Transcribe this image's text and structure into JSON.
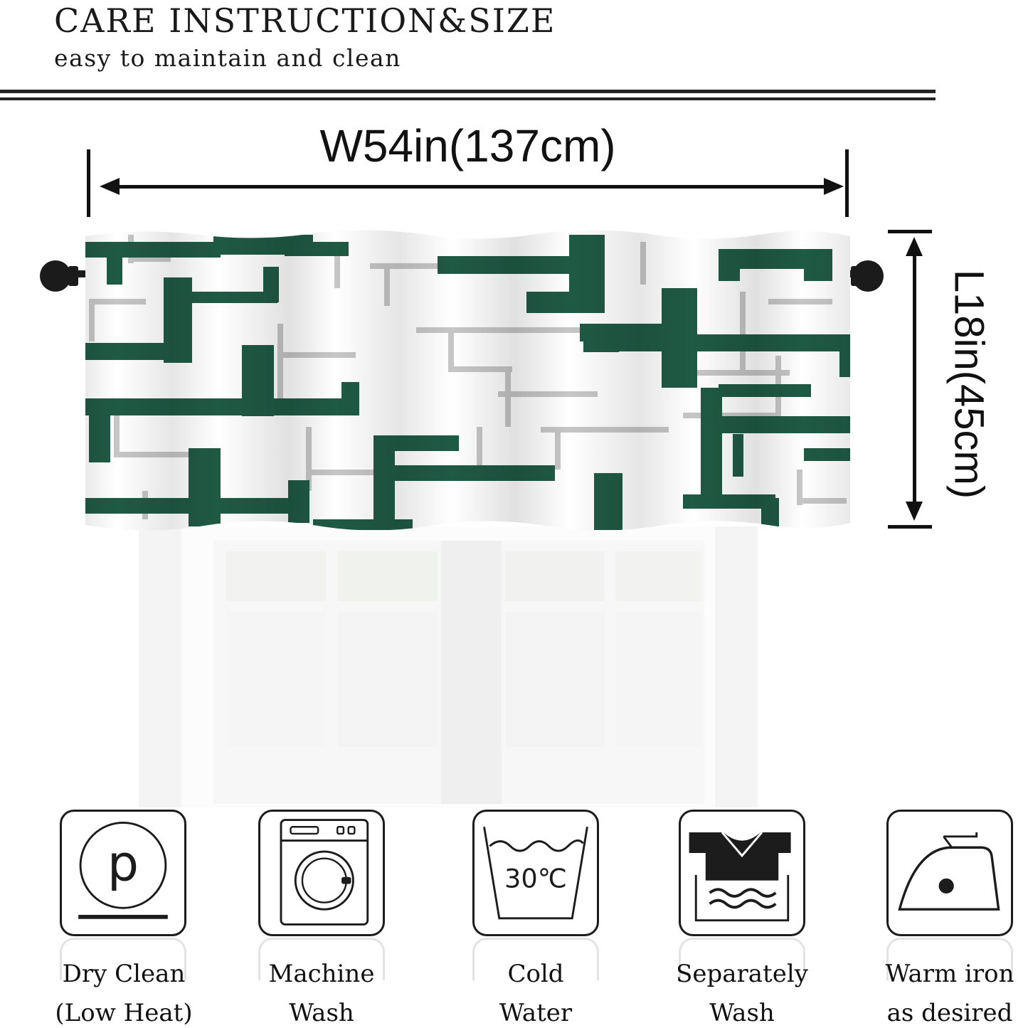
{
  "header": {
    "title": "CARE INSTRUCTION&SIZE",
    "subtitle": "easy to maintain and clean"
  },
  "dimensions": {
    "width_label": "W54in(137cm)",
    "length_label": "L18in(45cm)"
  },
  "care_items": [
    {
      "icon": "dry-clean-p-icon",
      "line1": "Dry Clean",
      "line2": "(Low Heat)"
    },
    {
      "icon": "washing-machine-icon",
      "line1": "Machine",
      "line2": "Wash"
    },
    {
      "icon": "wash-tub-30c-icon",
      "line1": "Cold",
      "line2": "Water",
      "temp": "30℃"
    },
    {
      "icon": "separate-wash-shirt-icon",
      "line1": "Separately",
      "line2": "Wash"
    },
    {
      "icon": "iron-icon",
      "line1": "Warm iron",
      "line2": "as desired"
    }
  ],
  "colors": {
    "pattern_green": "#1f5a45",
    "pattern_gray": "#c6c6c6",
    "rod": "#1b1b1b"
  }
}
